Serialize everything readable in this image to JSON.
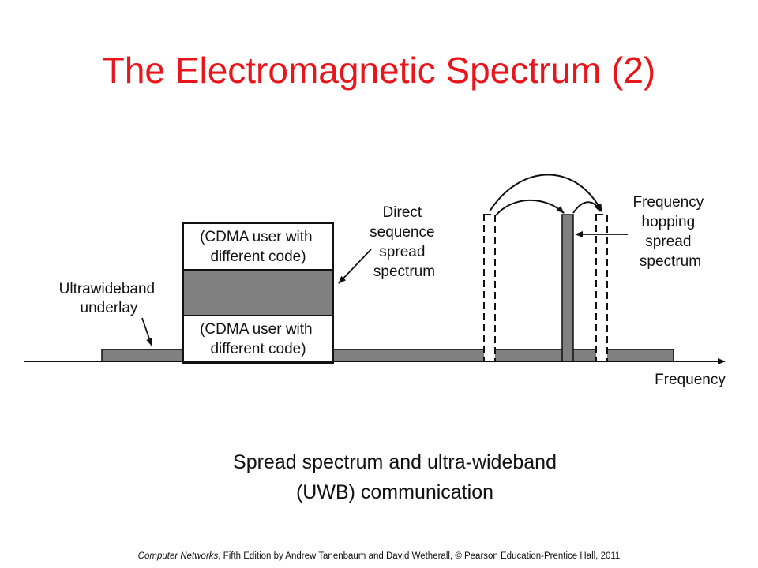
{
  "slide": {
    "title": "The Electromagnetic Spectrum (2)",
    "caption_line1": "Spread spectrum and ultra-wideband",
    "caption_line2": "(UWB) communication",
    "footer_book": "Computer Networks",
    "footer_rest": ", Fifth Edition by Andrew Tanenbaum and David Wetherall, © Pearson Education-Prentice Hall, 2011"
  },
  "diagram": {
    "axis_label": "Frequency",
    "uwb_label": [
      "Ultrawideband",
      "underlay"
    ],
    "cdma_top": [
      "(CDMA user with",
      "different code)"
    ],
    "cdma_bottom": [
      "(CDMA user with",
      "different code)"
    ],
    "dsss_label": [
      "Direct",
      "sequence",
      "spread",
      "spectrum"
    ],
    "fhss_label": [
      "Frequency",
      "hopping",
      "spread",
      "spectrum"
    ]
  },
  "colors": {
    "title": "#e8151b",
    "fill_gray": "#808080"
  }
}
